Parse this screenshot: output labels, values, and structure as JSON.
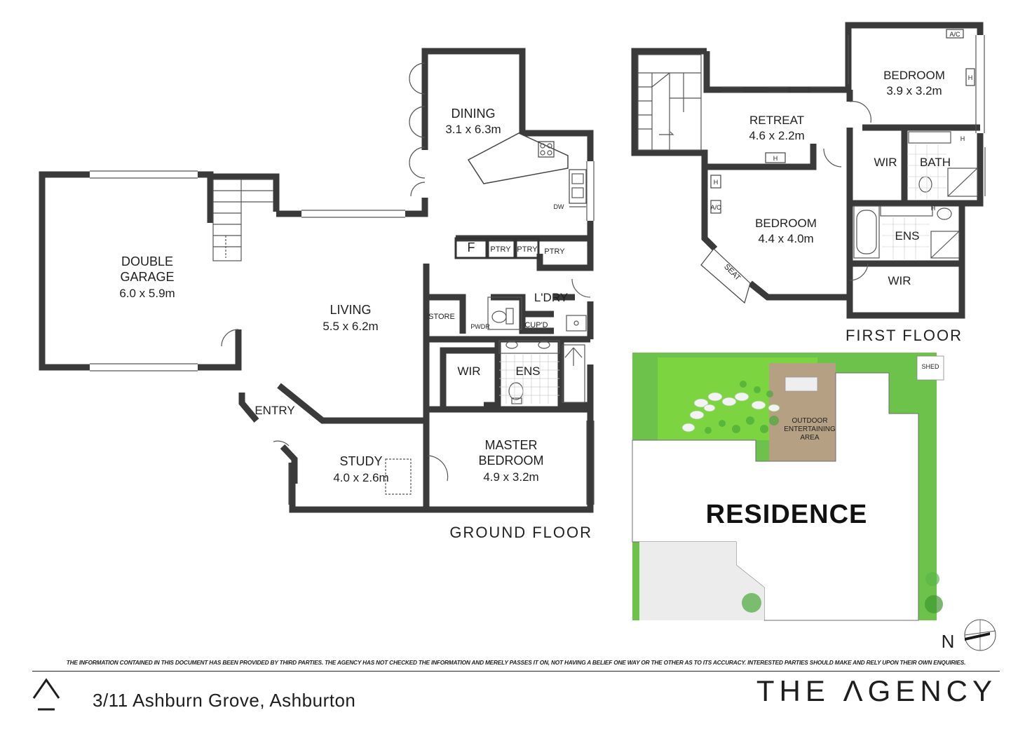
{
  "rooms": {
    "double_garage": {
      "name1": "DOUBLE",
      "name2": "GARAGE",
      "size": "6.0 x 5.9m"
    },
    "dining": {
      "name": "DINING",
      "size": "3.1 x 6.3m"
    },
    "living": {
      "name": "LIVING",
      "size": "5.5 x 6.2m"
    },
    "study": {
      "name": "STUDY",
      "size": "4.0 x 2.6m"
    },
    "master": {
      "name1": "MASTER",
      "name2": "BEDROOM",
      "size": "4.9 x 3.2m"
    },
    "retreat": {
      "name": "RETREAT",
      "size": "4.6 x 2.2m"
    },
    "bedroom_a": {
      "name": "BEDROOM",
      "size": "3.9 x 3.2m"
    },
    "bedroom_b": {
      "name": "BEDROOM",
      "size": "4.4 x 4.0m"
    }
  },
  "small_labels": {
    "entry": "ENTRY",
    "ldry": "L'DRY",
    "wir": "WIR",
    "ens": "ENS",
    "bath": "BATH",
    "store": "STORE",
    "pwdr": "PWDR",
    "cupd": "CUP'D",
    "f": "F",
    "ptry": "PTRY",
    "dw": "DW",
    "seat": "SEAT",
    "ac": "A/C",
    "h": "H",
    "shed": "SHED",
    "outdoor1": "OUTDOOR",
    "outdoor2": "ENTERTAINING",
    "outdoor3": "AREA",
    "residence": "RESIDENCE",
    "north": "N"
  },
  "floors": {
    "ground": "GROUND FLOOR",
    "first": "FIRST FLOOR"
  },
  "disclaimer": "THE INFORMATION CONTAINED IN THIS DOCUMENT HAS BEEN PROVIDED BY THIRD PARTIES. THE AGENCY HAS NOT CHECKED THE INFORMATION AND MERELY PASSES IT ON, NOT HAVING A BELIEF ONE WAY OR   THE OTHER AS TO ITS ACCURACY.  INTERESTED PARTIES SHOULD MAKE AND RELY UPON THEIR OWN ENQUIRIES.",
  "address": "3/11 Ashburn Grove, Ashburton",
  "brand": "THE ΛGENCY",
  "colors": {
    "wall": "#3a3a3a",
    "lawn": "#6cc24a",
    "garden": "#5cb845",
    "deck": "#b5a083",
    "driveway": "#ededed"
  }
}
